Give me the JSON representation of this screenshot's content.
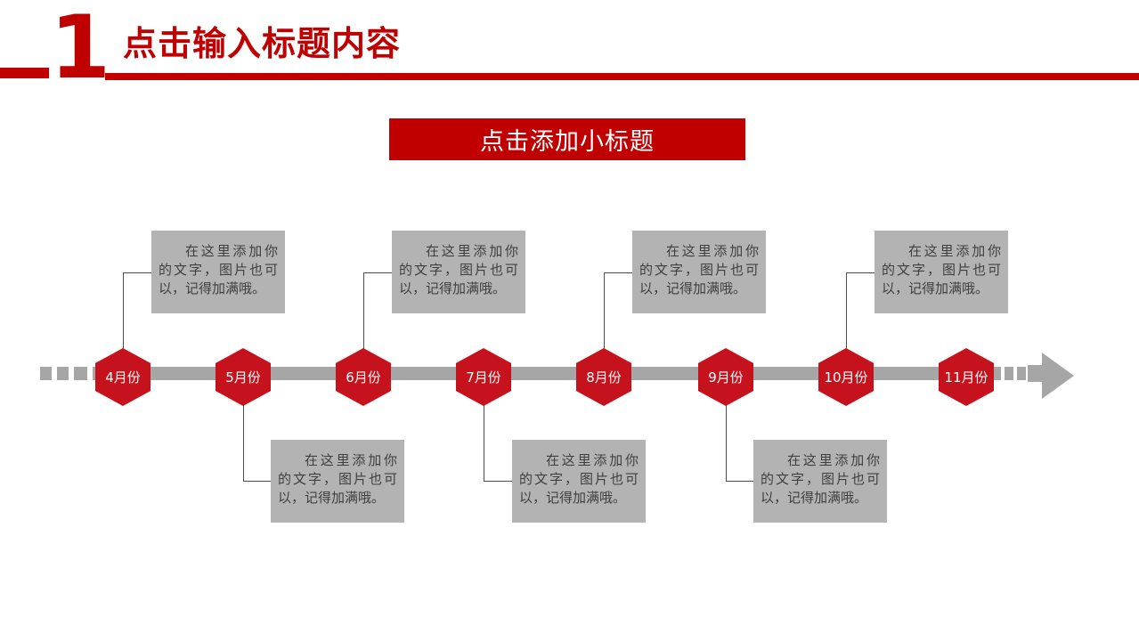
{
  "slide": {
    "section_number": "1",
    "title": "点击输入标题内容",
    "subtitle": "点击添加小标题"
  },
  "timeline": {
    "note_text": "在这里添加你的文字，图片也可以，记得加满哦。",
    "months": [
      {
        "label": "4月份",
        "note_position": "above"
      },
      {
        "label": "5月份",
        "note_position": "below"
      },
      {
        "label": "6月份",
        "note_position": "above"
      },
      {
        "label": "7月份",
        "note_position": "below"
      },
      {
        "label": "8月份",
        "note_position": "above"
      },
      {
        "label": "9月份",
        "note_position": "below"
      },
      {
        "label": "10月份",
        "note_position": "above"
      },
      {
        "label": "11月份",
        "note_position": "none"
      }
    ],
    "direction": "left-to-right"
  },
  "colors": {
    "accent_red": "#c00000",
    "hexagon_red": "#c5121d",
    "bar_gray": "#a6a6a6",
    "note_gray": "#b3b3b3",
    "note_text_gray": "#3f3f3f"
  }
}
